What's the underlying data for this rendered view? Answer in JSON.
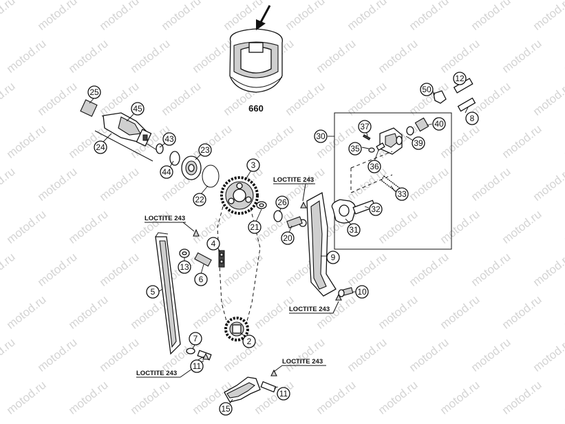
{
  "watermark_text": "motod.ru",
  "model_label": "660",
  "loctite_label": "LOCTITE 243",
  "callouts": {
    "c25": "25",
    "c45": "45",
    "c24": "24",
    "c43": "43",
    "c44": "44",
    "c23": "23",
    "c22": "22",
    "c3": "3",
    "c21": "21",
    "c26": "26",
    "c20": "20",
    "c4": "4",
    "c13": "13",
    "c6": "6",
    "c5": "5",
    "c9": "9",
    "c10": "10",
    "c2": "2",
    "c7": "7",
    "c11a": "11",
    "c11b": "11",
    "c15": "15",
    "c12": "12",
    "c50": "50",
    "c8": "8",
    "c30": "30",
    "c37": "37",
    "c40": "40",
    "c35": "35",
    "c39": "39",
    "c36": "36",
    "c33": "33",
    "c32": "32",
    "c31": "31"
  }
}
